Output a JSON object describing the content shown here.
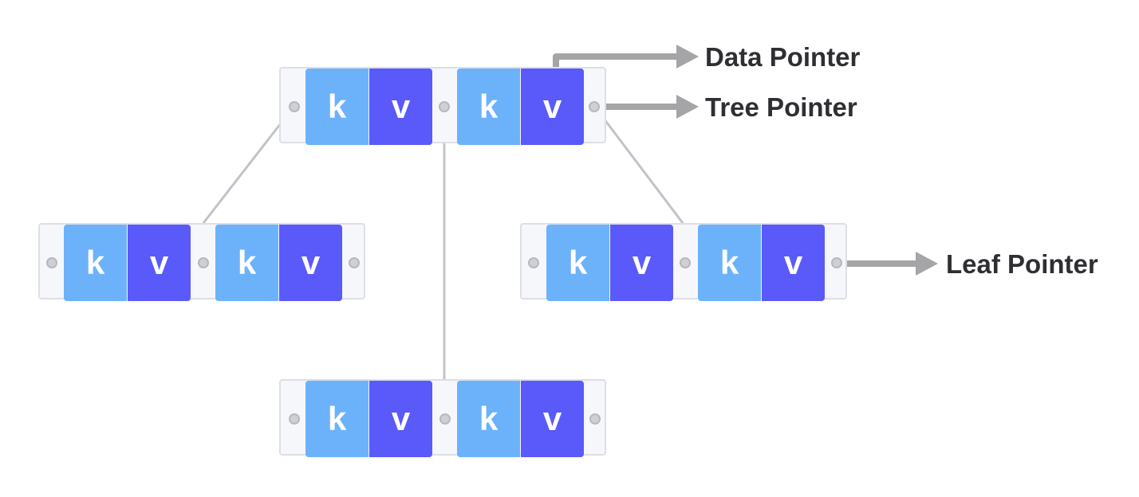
{
  "key_label": "k",
  "value_label": "v",
  "nodes": [
    {
      "id": "root",
      "pairs": [
        {
          "key": "k",
          "value": "v"
        },
        {
          "key": "k",
          "value": "v"
        }
      ]
    },
    {
      "id": "left",
      "pairs": [
        {
          "key": "k",
          "value": "v"
        },
        {
          "key": "k",
          "value": "v"
        }
      ]
    },
    {
      "id": "right",
      "pairs": [
        {
          "key": "k",
          "value": "v"
        },
        {
          "key": "k",
          "value": "v"
        }
      ]
    },
    {
      "id": "bottom",
      "pairs": [
        {
          "key": "k",
          "value": "v"
        },
        {
          "key": "k",
          "value": "v"
        }
      ]
    }
  ],
  "annotations": {
    "data_pointer": "Data Pointer",
    "tree_pointer": "Tree Pointer",
    "leaf_pointer": "Leaf Pointer"
  },
  "colors": {
    "key_cell": "#6cb2fb",
    "value_cell": "#5a5afa",
    "node_fill": "#f6f7fa",
    "node_border": "#dedfe6",
    "pointer_dot": "#cfd0d6",
    "connector": "#c2c3c9",
    "arrow": "#a5a5a8",
    "label_text": "#2f2f33"
  }
}
